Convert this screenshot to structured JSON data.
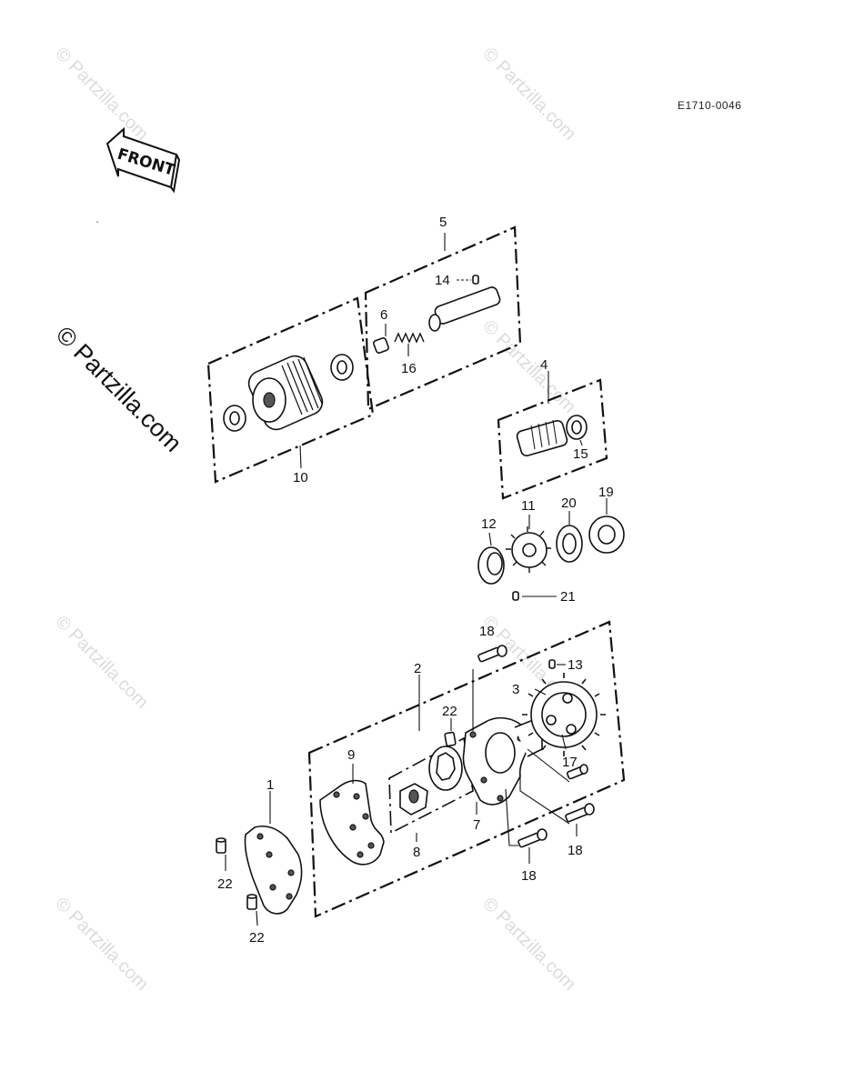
{
  "diagram_code": "E1710-0046",
  "front_arrow_label": "FRONT",
  "watermarks": {
    "small_text": "© Partzilla.com",
    "main_text": "© Partzilla.com"
  },
  "callouts": {
    "c1": "1",
    "c2": "2",
    "c3": "3",
    "c4": "4",
    "c5": "5",
    "c6": "6",
    "c7": "7",
    "c8": "8",
    "c9": "9",
    "c10": "10",
    "c11": "11",
    "c12": "12",
    "c13": "13",
    "c14": "14",
    "c15": "15",
    "c16": "16",
    "c17": "17",
    "c18a": "18",
    "c18b": "18",
    "c18c": "18",
    "c19": "19",
    "c20": "20",
    "c21": "21",
    "c22a": "22",
    "c22b": "22",
    "c22c": "22"
  },
  "colors": {
    "ink": "#111111",
    "watermark": "#dcdcdc",
    "background": "#ffffff"
  }
}
